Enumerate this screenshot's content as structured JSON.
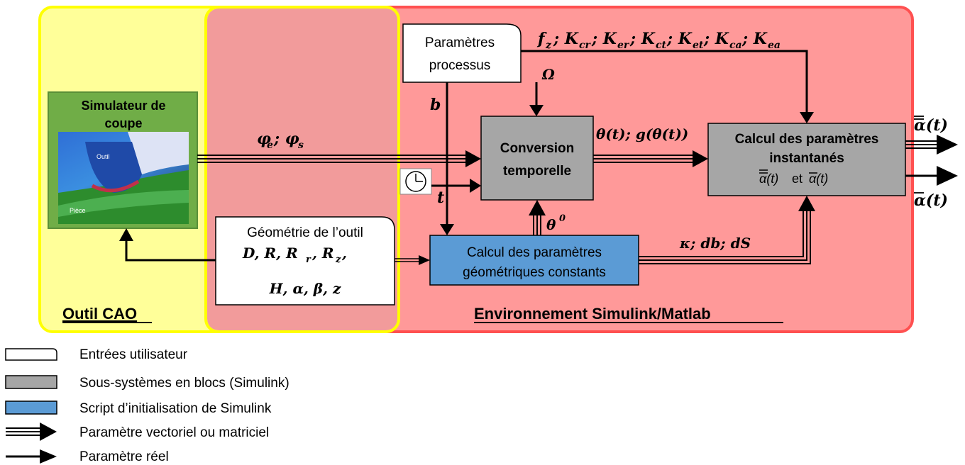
{
  "regions": {
    "cao_title": "Outil CAO",
    "simulink_title": "Environnement Simulink/Matlab"
  },
  "blocks": {
    "simulator": {
      "line1": "Simulateur de",
      "line2": "coupe",
      "tool_label": "Outil",
      "part_label": "Pièce"
    },
    "process_params": {
      "line1": "Paramètres",
      "line2": "processus"
    },
    "time_conversion": {
      "line1": "Conversion",
      "line2": "temporelle"
    },
    "instant_params": {
      "line1": "Calcul des paramètres",
      "line2": "instantanés",
      "line3_a": "et"
    },
    "geom_const": {
      "line1": "Calcul des paramètres",
      "line2": "géométriques constants"
    },
    "tool_geometry": {
      "line1": "Géométrie de l’outil",
      "line2": "D, R, R",
      "line3": "H, α, β, z"
    }
  },
  "signals": {
    "coeffs": "fz; Kcr; Ker; Kct; Ket; Kca; Kea",
    "omega": "Ω",
    "b": "b",
    "t": "t",
    "phi": "φe; φs",
    "theta_g": "θ(t); g(θ(t))",
    "theta0": "θ",
    "theta0_sup": "0",
    "kappa": "κ; db; dS",
    "out_vector": "α(t)",
    "out_real": "α(t)"
  },
  "legend": [
    {
      "icon": "white-box",
      "label": "Entrées utilisateur"
    },
    {
      "icon": "gray-box",
      "label": "Sous-systèmes en blocs (Simulink)"
    },
    {
      "icon": "blue-box",
      "label": "Script d’initialisation de Simulink"
    },
    {
      "icon": "triple-arrow",
      "label": "Paramètre vectoriel ou matriciel"
    },
    {
      "icon": "single-arrow",
      "label": "Paramètre réel"
    }
  ],
  "colors": {
    "cao_fill": "#ffff99",
    "cao_border": "#ffff00",
    "simulink_fill": "#ff9999",
    "simulink_border": "#ff5050",
    "overlap_fill": "#f29b9b",
    "gray_block": "#a6a6a6",
    "blue_block": "#5b9bd5",
    "simulator_green": "#70ad47"
  }
}
